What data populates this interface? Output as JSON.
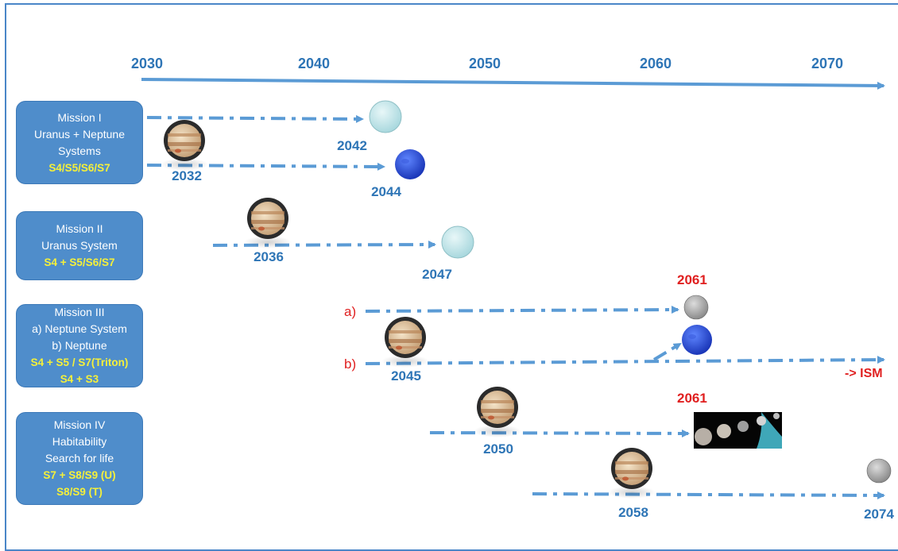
{
  "timeline": {
    "ticks": [
      "2030",
      "2040",
      "2050",
      "2060",
      "2070"
    ]
  },
  "missions": [
    {
      "title": "Mission I",
      "lines": [
        "Uranus + Neptune",
        "Systems"
      ],
      "highlight": [
        "S4/S5/S6/S7"
      ]
    },
    {
      "title": "Mission II",
      "lines": [
        "Uranus System"
      ],
      "highlight": [
        "S4 + S5/S6/S7"
      ]
    },
    {
      "title": "Mission III",
      "lines": [
        "a) Neptune System",
        "b) Neptune"
      ],
      "highlight": [
        "S4 + S5 / S7(Triton)",
        "S4 + S3"
      ]
    },
    {
      "title": "Mission IV",
      "lines": [
        "Habitability",
        "Search for life"
      ],
      "highlight": [
        "S7 + S8/S9 (U)",
        "S8/S9 (T)"
      ]
    }
  ],
  "years": {
    "m1_launch": "2032",
    "m1_uranus": "2042",
    "m1_neptune": "2044",
    "m2_launch": "2036",
    "m2_uranus": "2047",
    "m3_launch": "2045",
    "m3_arrival": "2061",
    "m4_launch1": "2050",
    "m4_arrival": "2061",
    "m4_launch2": "2058",
    "m4_end": "2074"
  },
  "labels": {
    "branch_a": "a)",
    "branch_b": "b)",
    "ism": "-> ISM"
  },
  "colors": {
    "accent": "#2e75b6",
    "arrow": "#5b9bd5",
    "box": "#4f8dcb",
    "highlight": "#f5f03a",
    "red": "#e02020"
  },
  "icons": [
    "jupiter-icon",
    "uranus-icon",
    "neptune-icon",
    "moon-icon",
    "moons-panel-icon"
  ]
}
